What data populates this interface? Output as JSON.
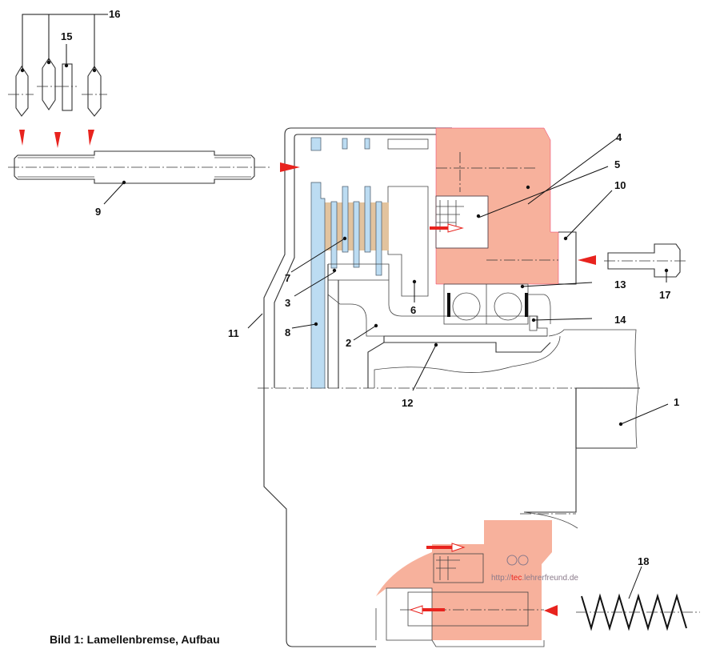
{
  "caption": "Bild 1: Lamellenbremse, Aufbau",
  "watermark": {
    "prefix": "http://",
    "highlight": "tec",
    "suffix": ".lehrerfreund.de"
  },
  "colors": {
    "housing_piston": "#f7b19c",
    "plates": "#bcdcf2",
    "piston": "#e1b89e",
    "friction": "#e2c39e",
    "hub": "#a9dcd0",
    "arrow": "#e8231e"
  },
  "labels": [
    "1",
    "2",
    "3",
    "4",
    "5",
    "6",
    "7",
    "8",
    "9",
    "10",
    "11",
    "12",
    "13",
    "14",
    "15",
    "16",
    "17",
    "18"
  ]
}
